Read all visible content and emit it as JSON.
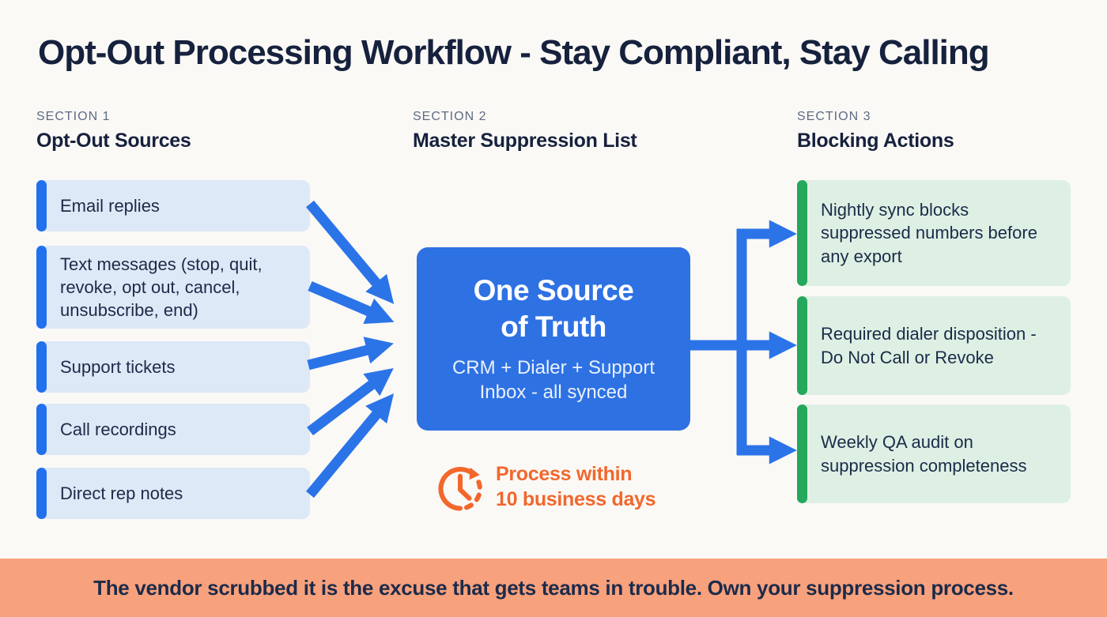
{
  "title": "Opt-Out Processing Workflow - Stay Compliant, Stay Calling",
  "colors": {
    "background": "#fbf9f6",
    "navy_text": "#16213d",
    "section_label_gray": "#5d6c83",
    "arrow_blue": "#2b74e8",
    "source_bar_blue": "#2170ee",
    "source_fill_blue": "#dde9f7",
    "center_box_blue": "#2e71e3",
    "action_bar_green": "#24a85b",
    "action_fill_green": "#def0e4",
    "accent_orange": "#f2672c",
    "banner_salmon": "#f8a17d"
  },
  "sections": [
    {
      "label": "SECTION 1",
      "title": "Opt-Out Sources"
    },
    {
      "label": "SECTION 2",
      "title": "Master Suppression List"
    },
    {
      "label": "SECTION 3",
      "title": "Blocking Actions"
    }
  ],
  "sources": [
    {
      "label": "Email replies"
    },
    {
      "label": "Text messages (stop, quit, revoke, opt out, cancel, unsubscribe, end)"
    },
    {
      "label": "Support tickets"
    },
    {
      "label": "Call recordings"
    },
    {
      "label": "Direct rep notes"
    }
  ],
  "center": {
    "title_line1": "One Source",
    "title_line2": "of Truth",
    "subtitle": "CRM + Dialer + Support Inbox - all synced",
    "process_line1": "Process within",
    "process_line2": "10 business days",
    "clock_icon": "clock-with-dashed-arc-icon"
  },
  "actions": [
    {
      "label": "Nightly sync blocks suppressed numbers before any export"
    },
    {
      "label": "Required dialer disposition - Do Not Call or Revoke"
    },
    {
      "label": "Weekly QA audit on suppression completeness"
    }
  ],
  "banner": {
    "text": "The vendor scrubbed it is the excuse that gets teams in trouble. Own your suppression process."
  }
}
